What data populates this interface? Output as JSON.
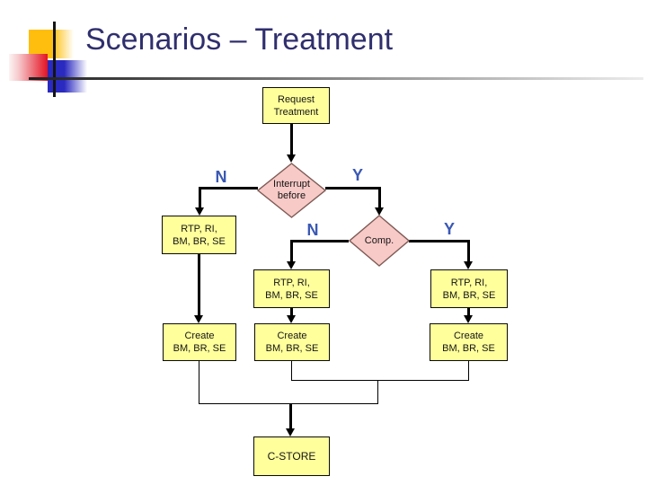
{
  "slide": {
    "title": "Scenarios – Treatment"
  },
  "theme": {
    "title-color": "#302F6E",
    "process-fill": "#FFFF9C",
    "process-border": "#0A0A0A",
    "decision-fill": "#F7CAC7",
    "decision-border": "#7D5A55",
    "branch-label-color": "#3A58B4",
    "connector-color": "#000000",
    "square-yellow": "#FFBE0D",
    "square-red": "#E41322",
    "square-blue": "#2A2AC0"
  },
  "flowchart": {
    "nodes": {
      "request": {
        "line1": "Request",
        "line2": "Treatment"
      },
      "interrupt": {
        "line1": "Interrupt",
        "line2": "before"
      },
      "comp": {
        "label": "Comp."
      },
      "rtp_left": {
        "line1": "RTP, RI,",
        "line2": "BM, BR, SE"
      },
      "rtp_mid": {
        "line1": "RTP, RI,",
        "line2": "BM, BR, SE"
      },
      "rtp_right": {
        "line1": "RTP, RI,",
        "line2": "BM, BR, SE"
      },
      "create_left": {
        "line1": "Create",
        "line2": "BM, BR, SE"
      },
      "create_mid": {
        "line1": "Create",
        "line2": "BM, BR, SE"
      },
      "create_right": {
        "line1": "Create",
        "line2": "BM, BR, SE"
      },
      "cstore": {
        "label": "C-STORE"
      }
    },
    "branch_labels": {
      "interrupt_no": "N",
      "interrupt_yes": "Y",
      "comp_no": "N",
      "comp_yes": "Y"
    },
    "edges": [
      {
        "from": "request",
        "to": "interrupt"
      },
      {
        "from": "interrupt",
        "to": "rtp_left",
        "label": "N"
      },
      {
        "from": "interrupt",
        "to": "comp",
        "label": "Y"
      },
      {
        "from": "comp",
        "to": "rtp_mid",
        "label": "N"
      },
      {
        "from": "comp",
        "to": "rtp_right",
        "label": "Y"
      },
      {
        "from": "rtp_left",
        "to": "create_left"
      },
      {
        "from": "rtp_mid",
        "to": "create_mid"
      },
      {
        "from": "rtp_right",
        "to": "create_right"
      },
      {
        "from": "create_left",
        "to": "cstore"
      },
      {
        "from": "create_mid",
        "to": "cstore"
      },
      {
        "from": "create_right",
        "to": "cstore"
      }
    ]
  }
}
